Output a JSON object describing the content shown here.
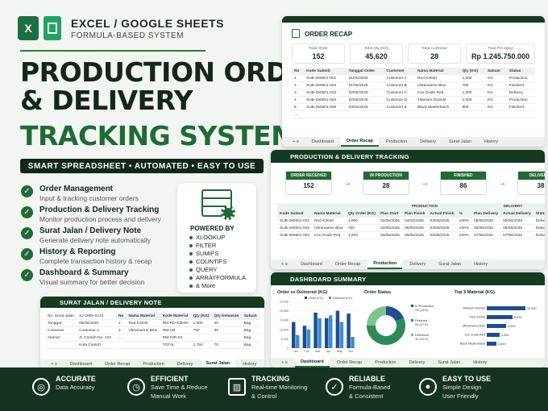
{
  "header": {
    "brand_line": "EXCEL / GOOGLE SHEETS",
    "sub_line": "FORMULA-BASED SYSTEM",
    "title_line1": "PRODUCTION ORDER",
    "title_line2": "& DELIVERY",
    "title_line3": "TRACKING SYSTEM",
    "tagline": "SMART SPREADSHEET • AUTOMATED • EASY TO USE"
  },
  "features": [
    {
      "title": "Order Management",
      "desc": "Input & tracking customer orders"
    },
    {
      "title": "Production & Delivery Tracking",
      "desc": "Monitor production process and delivery"
    },
    {
      "title": "Surat Jalan / Delivery Note",
      "desc": "Generate delivery note automatically"
    },
    {
      "title": "History & Reporting",
      "desc": "Complete transaction history & recap"
    },
    {
      "title": "Dashboard & Summary",
      "desc": "Visual summary for better decision"
    }
  ],
  "powered": {
    "label": "POWERED BY",
    "items": [
      "XLOOKUP",
      "FILTER",
      "SUMIFS",
      "COUNTIFS",
      "QUERY",
      "ARRAYFORMULA",
      "& More"
    ]
  },
  "order_recap": {
    "title": "ORDER RECAP",
    "kpis": [
      {
        "label": "Total Order",
        "value": "152"
      },
      {
        "label": "Total Qty (KG)",
        "value": "45,620"
      },
      {
        "label": "Total Customer",
        "value": "28"
      },
      {
        "label": "Total PO Value",
        "value": "Rp 1.245.750.000"
      }
    ],
    "columns": [
      "No",
      "Kode Submit",
      "Tanggal Order",
      "Customer",
      "Nama Material",
      "Qty (KG)",
      "Satuan",
      "Status"
    ],
    "rows": [
      [
        "1",
        "SUB-250601-001",
        "01/06/2025",
        "Customer A",
        "Red K3040",
        "1,000",
        "KG",
        "Production"
      ],
      [
        "2",
        "SUB-250601-002",
        "01/06/2025",
        "Customer B",
        "Ultramarine Blue",
        "750",
        "KG",
        "Finished"
      ],
      [
        "3",
        "SUB-250601-003",
        "02/06/2025",
        "Customer C",
        "Iron Oxide Red",
        "1,200",
        "KG",
        "Delivery"
      ],
      [
        "4",
        "SUB-250601-004",
        "02/06/2025",
        "Customer D",
        "Titanium Dioxide",
        "2,000",
        "KG",
        "Production"
      ],
      [
        "5",
        "SUB-250601-005",
        "03/06/2025",
        "Customer E",
        "Black Masterbatch",
        "800",
        "KG",
        "Finished"
      ],
      [
        "...",
        "",
        "",
        "",
        "",
        "",
        "",
        ""
      ]
    ],
    "tabs": [
      "Dashboard",
      "Order Recap",
      "Production",
      "Delivery",
      "Surat Jalan",
      "History"
    ],
    "active_tab": "Order Recap"
  },
  "tracking": {
    "title": "PRODUCTION & DELIVERY TRACKING",
    "stages": [
      {
        "label": "ORDER RECEIVED",
        "value": "152"
      },
      {
        "label": "IN PRODUCTION",
        "value": "28"
      },
      {
        "label": "FINISHED",
        "value": "86"
      },
      {
        "label": "DELIVERED",
        "value": "38"
      }
    ],
    "group_production": "PRODUCTION",
    "group_delivery": "DELIVERY",
    "columns": [
      "Kode Submit",
      "Nama Material",
      "Qty Order (KG)",
      "Plan Start",
      "Plan Finish",
      "Actual Finish",
      "%",
      "Plan Delivery",
      "Actual Delivery",
      "Status"
    ],
    "rows": [
      [
        "SUB-250601-001",
        "Red K3040",
        "1,000",
        "02/06/2025",
        "04/06/2025",
        "03/06/2025",
        "100%",
        "05/06/2025",
        "05/06/2025",
        "Delivered"
      ],
      [
        "SUB-250601-002",
        "Ultramarine Blue",
        "750",
        "02/06/2025",
        "05/06/2025",
        "04/06/2025",
        "100%",
        "06/06/2025",
        "06/06/2025",
        "Delivered"
      ],
      [
        "SUB-250601-003",
        "Iron Oxide Red",
        "1,200",
        "03/06/2025",
        "06/06/2025",
        "05/06/2025",
        "100%",
        "07/06/2025",
        "07/06/2025",
        "Delivered"
      ]
    ],
    "tabs": [
      "Dashboard",
      "Order Recap",
      "Production",
      "Delivery",
      "Surat Jalan",
      "History"
    ],
    "active_tab": "Production"
  },
  "surat_jalan": {
    "title": "SURAT JALAN / DELIVERY NOTE",
    "fields": [
      {
        "k": "No. Surat Jalan",
        "v": "SJ-2506-0123"
      },
      {
        "k": "Tanggal",
        "v": "05/06/2025"
      },
      {
        "k": "Customer",
        "v": "Customer A"
      },
      {
        "k": "Alamat",
        "v": "Jl. Contoh No. 123"
      },
      {
        "k": "",
        "v": "Kota Contoh"
      }
    ],
    "columns": [
      "No",
      "Nama Material",
      "Kode Material",
      "Qty (KG)",
      "Qty Kemasan",
      "Satuan"
    ],
    "rows": [
      [
        "1",
        "Red K3040",
        "RM-RD-K3040",
        "1,000",
        "40",
        "Bag"
      ],
      [
        "2",
        "Ultramarine Blue",
        "RM-UB",
        "750",
        "30",
        "Bag"
      ],
      [
        "...",
        "",
        "RM-IOR-02",
        "",
        "",
        "Bag"
      ],
      [
        "",
        "",
        "TOTAL",
        "1,750",
        "70",
        "Bag"
      ]
    ],
    "tabs": [
      "Dashboard",
      "Order Recap",
      "Production",
      "Delivery",
      "Surat Jalan",
      "History"
    ],
    "active_tab": "Surat Jalan"
  },
  "dashboard": {
    "title": "DASHBOARD SUMMARY",
    "tabs": [
      "Dashboard",
      "Order Recap",
      "Production",
      "Delivery",
      "Surat Jalan",
      "History"
    ],
    "active_tab": "Dashboard"
  },
  "chart_data": [
    {
      "type": "bar",
      "title": "Order vs Delivered (KG)",
      "categories": [
        "Jan",
        "Feb",
        "Mar",
        "Apr",
        "May",
        "Jun"
      ],
      "series": [
        {
          "name": "Order (KG)",
          "values": [
            14000,
            12000,
            19000,
            16000,
            20000,
            18500
          ]
        },
        {
          "name": "Delivered (KG)",
          "values": [
            7000,
            10000,
            16000,
            17500,
            14000,
            6000
          ]
        }
      ],
      "yticks": [
        "0",
        "5,000",
        "10,000",
        "15,000",
        "20,000",
        "25,000"
      ],
      "ylim": [
        0,
        25000
      ],
      "colors": [
        "#1f4e8c",
        "#3e8fd4"
      ]
    },
    {
      "type": "pie",
      "title": "Order Status",
      "slices": [
        {
          "name": "In Production",
          "value": 28,
          "label": "28 (18%)"
        },
        {
          "name": "Finished",
          "value": 86,
          "label": "86 (57%)"
        },
        {
          "name": "Delivered",
          "value": 38,
          "label": "38 (25%)"
        }
      ],
      "colors": [
        "#1f4e8c",
        "#2e8b57",
        "#7cc58f"
      ]
    },
    {
      "type": "bar",
      "title": "Top 5 Material (KG)",
      "categories": [
        "Titanium Dioxide",
        "Red K3040",
        "Ultramarine Blue",
        "Iron Oxide Red",
        "Black Masterbatch"
      ],
      "values": [
        12000,
        8000,
        6000,
        4000,
        3000
      ],
      "labels": [
        "12,000",
        "8,000",
        "6,000",
        "4,000",
        "3,000"
      ],
      "colors": [
        "#1f4e8c"
      ]
    }
  ],
  "footer": [
    {
      "icon": "target-icon",
      "title": "ACCURATE",
      "l1": "Data Accuracy",
      "l2": ""
    },
    {
      "icon": "clock-icon",
      "title": "EFFICIENT",
      "l1": "Save Time & Reduce",
      "l2": "Manual Work"
    },
    {
      "icon": "chart-icon",
      "title": "TRACKING",
      "l1": "Real-time Monitoring",
      "l2": "& Control"
    },
    {
      "icon": "shield-icon",
      "title": "RELIABLE",
      "l1": "Formula-Based",
      "l2": "& Consistent"
    },
    {
      "icon": "user-icon",
      "title": "EASY TO USE",
      "l1": "Simple Design",
      "l2": "User Friendly"
    }
  ]
}
